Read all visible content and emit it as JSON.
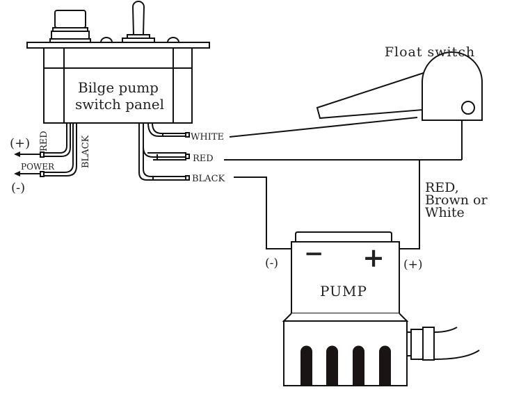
{
  "diagram": {
    "type": "wiring-diagram",
    "colors": {
      "line": "#111111",
      "text": "#222222",
      "background": "#ffffff"
    },
    "switch_panel": {
      "label_line1": "Bilge pump",
      "label_line2": "switch panel"
    },
    "power": {
      "plus_label": "(+)",
      "minus_label": "(-)",
      "power_label": "POWER",
      "red_wire_label": "RED",
      "black_wire_label": "BLACK"
    },
    "outputs": {
      "white_label": "WHITE",
      "red_label": "RED",
      "black_label": "BLACK"
    },
    "float_switch": {
      "label": "Float switch"
    },
    "float_wire_note": {
      "line1": "RED,",
      "line2": "Brown or",
      "line3": "White"
    },
    "pump": {
      "label": "PUMP",
      "minus_symbol": "−",
      "plus_symbol": "+",
      "neg_terminal_label": "(-)",
      "pos_terminal_label": "(+)"
    }
  }
}
